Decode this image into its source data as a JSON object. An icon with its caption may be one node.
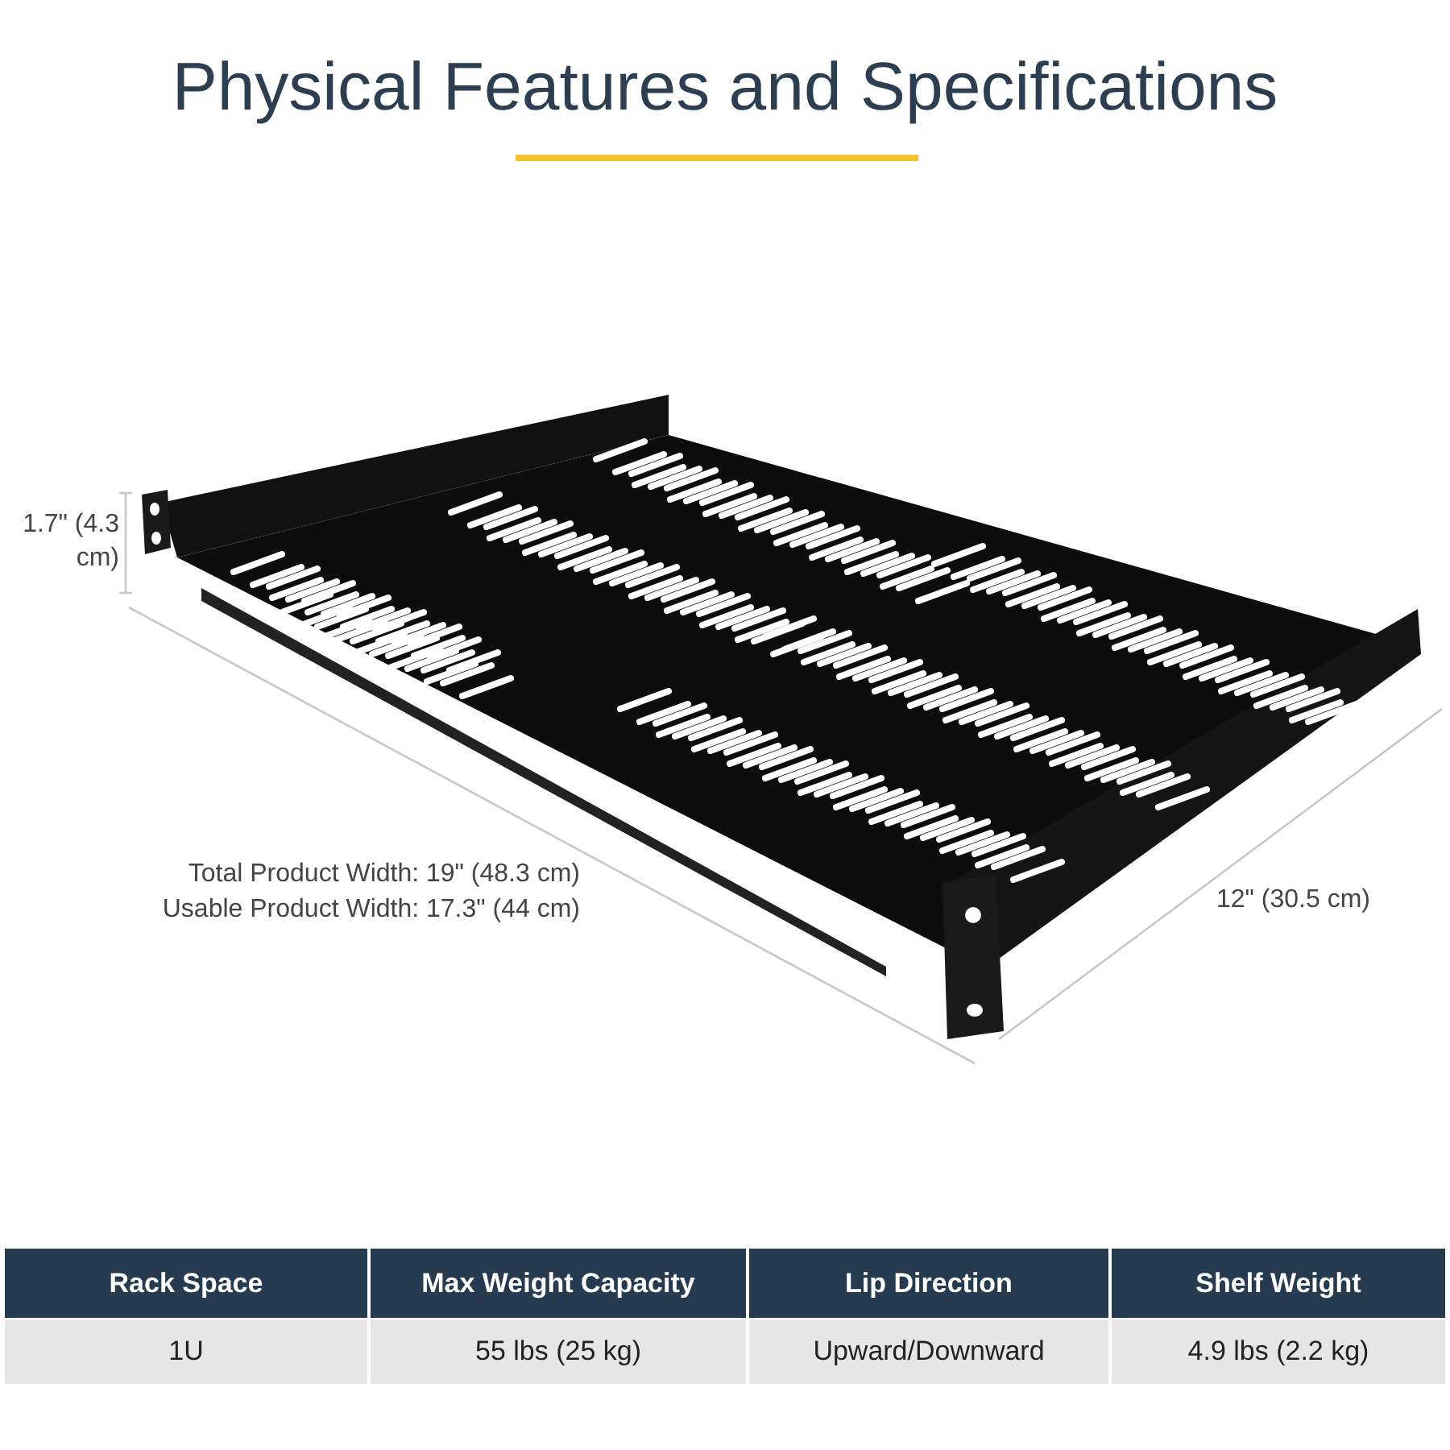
{
  "diagram": {
    "title": "Physical Features and Specifications",
    "labels": [
      "1.7\" (4.3 cm)",
      "Total Product Width: 19\" (48.3 cm)",
      "Usable Product Width: 17.3\" (44 cm)",
      "12\" (30.5 cm)",
      "Rack Space",
      "Max Weight Capacity",
      "Lip Direction",
      "Shelf Weight",
      "1U",
      "55 lbs (25 kg)",
      "Upward/Downward",
      "4.9 lbs (2.2 kg)"
    ]
  }
}
